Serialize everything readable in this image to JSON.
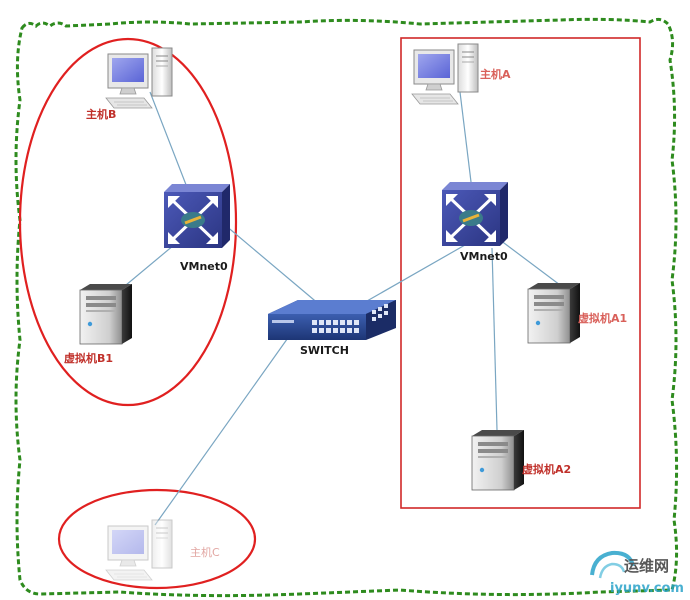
{
  "nodes": {
    "host_b": {
      "label": "主机B"
    },
    "host_a": {
      "label": "主机A"
    },
    "host_c": {
      "label": "主机C"
    },
    "vmnet_left": {
      "label": "VMnet0"
    },
    "vmnet_right": {
      "label": "VMnet0"
    },
    "switch": {
      "label": "SWITCH"
    },
    "vm_b1": {
      "label": "虚拟机B1"
    },
    "vm_a1": {
      "label": "虚拟机A1"
    },
    "vm_a2": {
      "label": "虚拟机A2"
    }
  },
  "watermark": {
    "cn": "运维网",
    "en": "iyunv.com"
  },
  "colors": {
    "border": "#2e8b1e",
    "ellipse": "#e02020",
    "rect": "#d02828",
    "link": "#7aa6c2"
  }
}
